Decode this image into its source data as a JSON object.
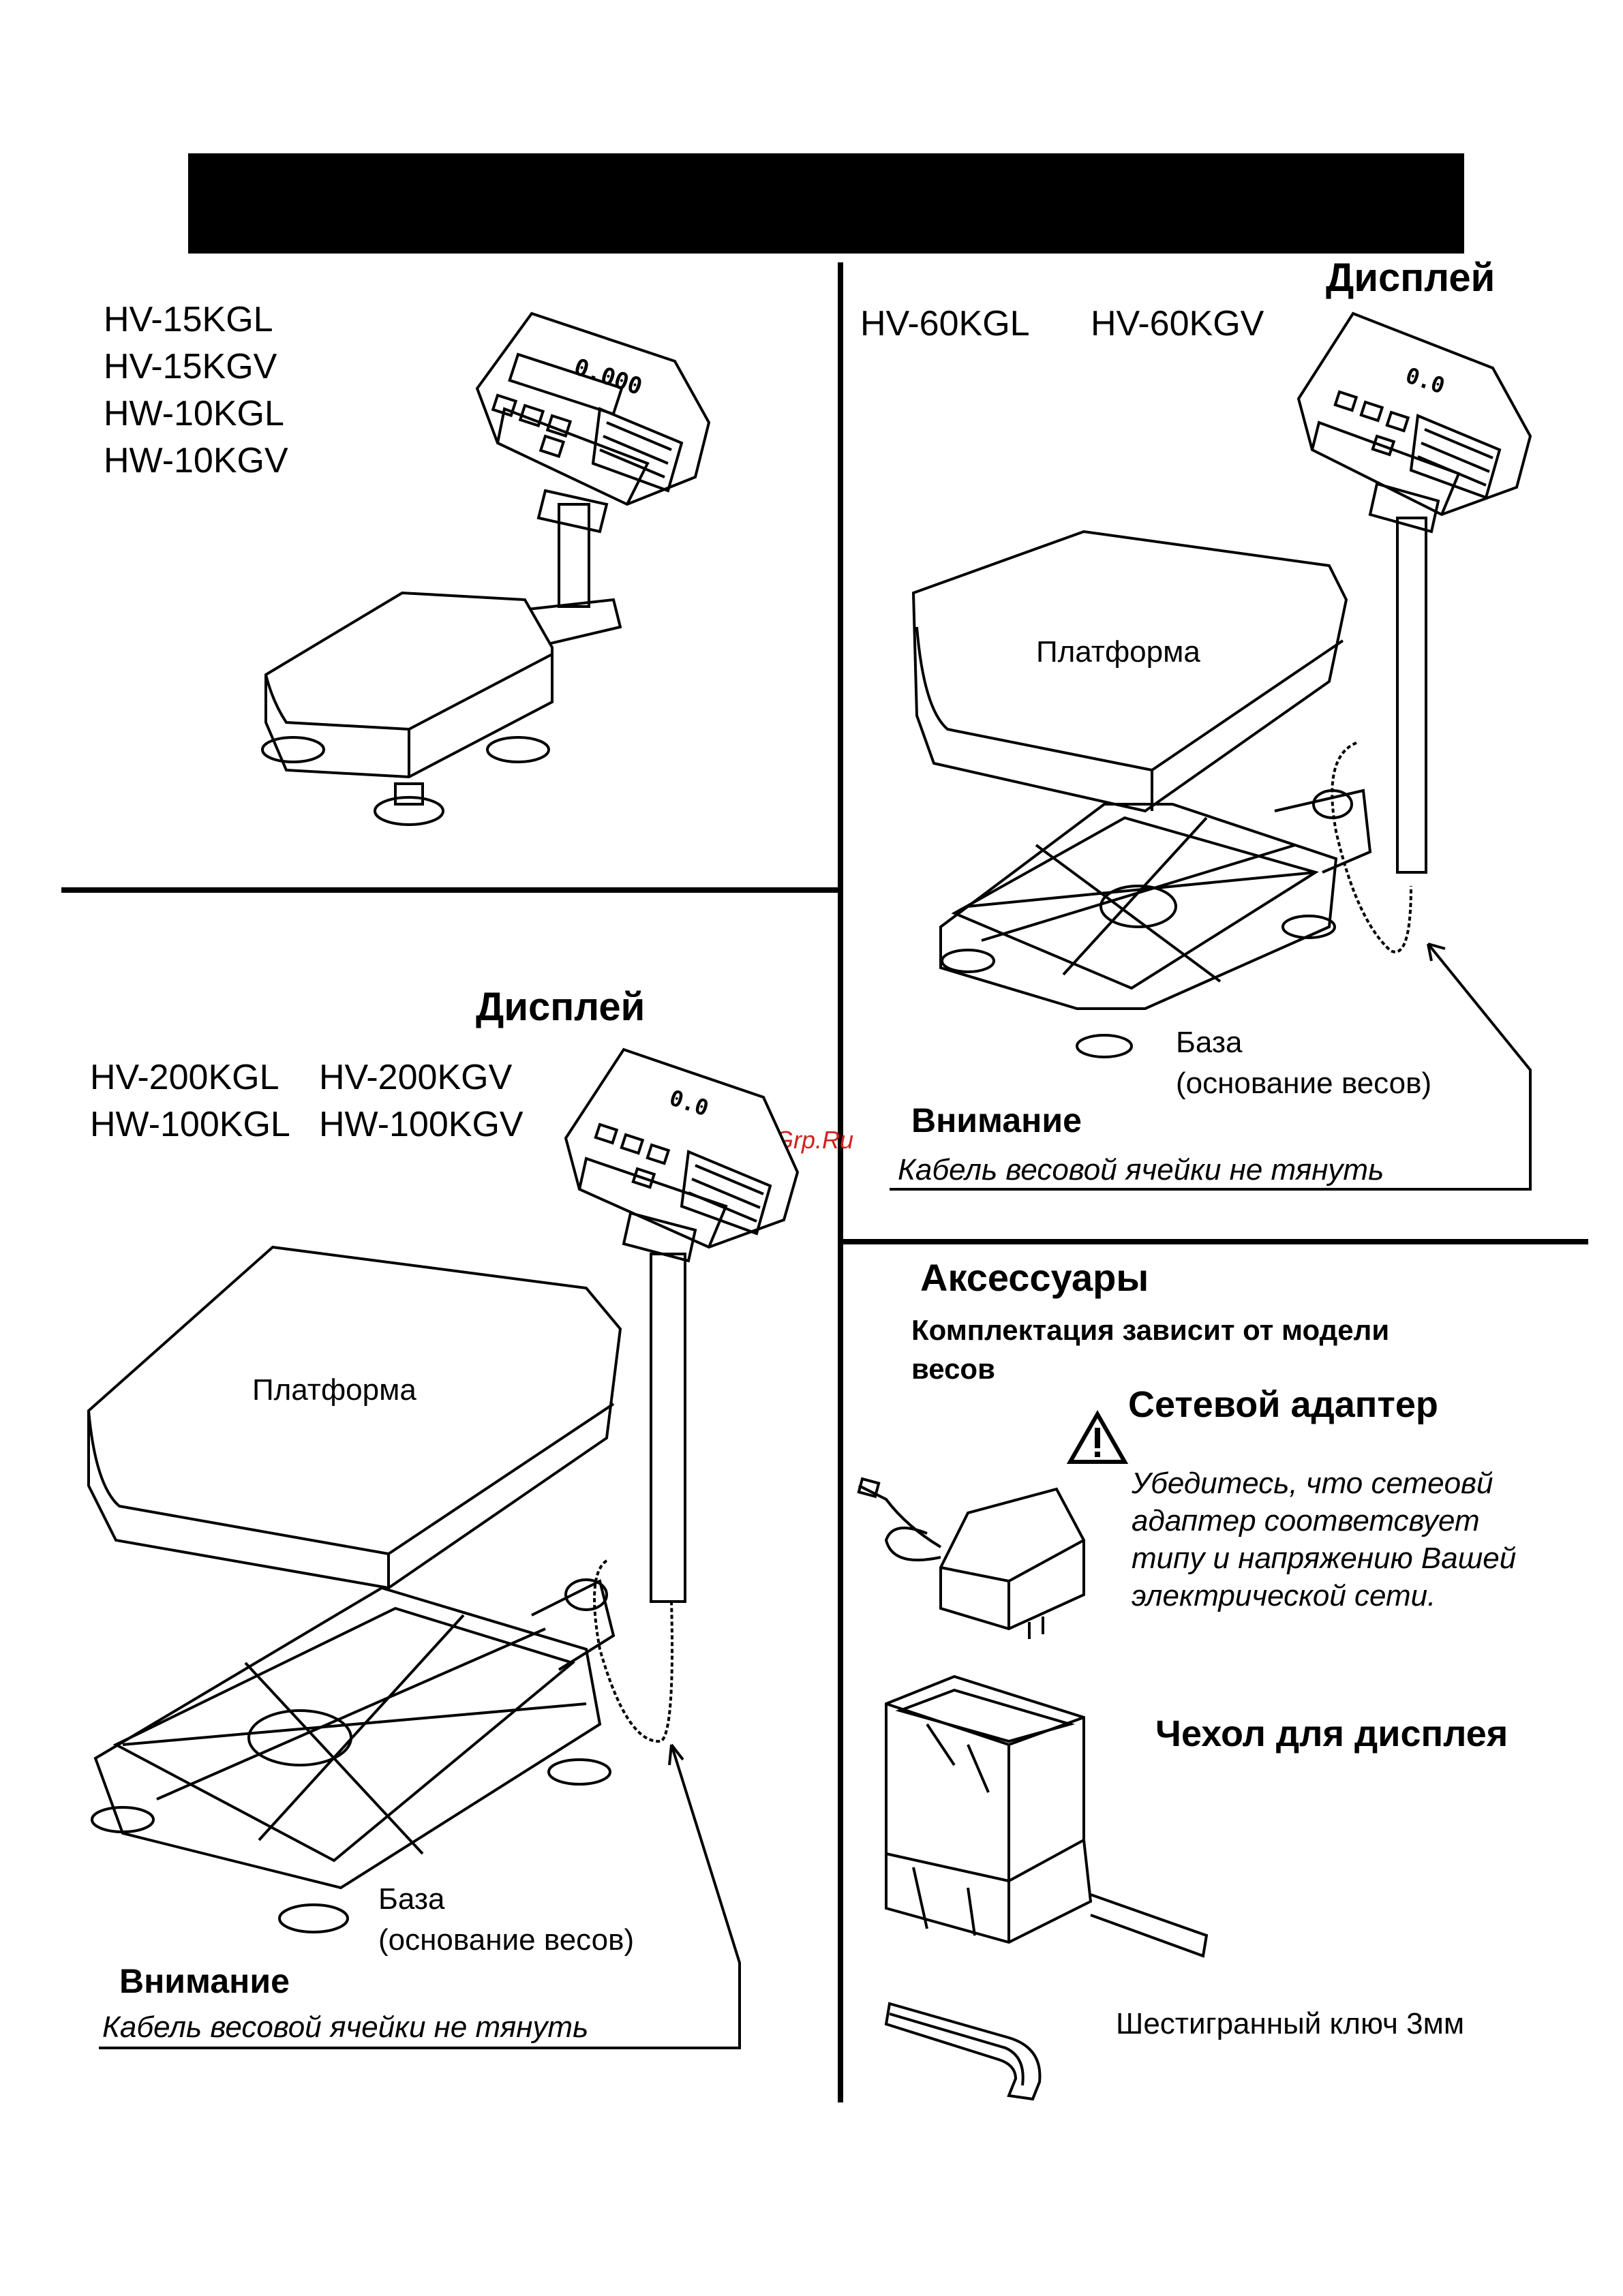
{
  "watermark": "McGrp.Ru",
  "top_left": {
    "models": [
      "HV-15KGL",
      "HV-15KGV",
      "HW-10KGL",
      "HW-10KGV"
    ]
  },
  "top_right": {
    "models": [
      "HV-60KGL",
      "HV-60KGV"
    ],
    "display_label": "Дисплей",
    "platform_label": "Платформа",
    "base_label_1": "База",
    "base_label_2": "(основание весов)",
    "warning_title": "Внимание",
    "warning_text": "Кабель весовой ячейки не тянуть"
  },
  "bottom_left": {
    "models_row1": [
      "HV-200KGL",
      "HV-200KGV"
    ],
    "models_row2": [
      "HW-100KGL",
      "HW-100KGV"
    ],
    "display_label": "Дисплей",
    "platform_label": "Платформа",
    "base_label_1": "База",
    "base_label_2": "(основание весов)",
    "warning_title": "Внимание",
    "warning_text": "Кабель весовой ячейки не тянуть"
  },
  "accessories": {
    "title": "Аксессуары",
    "note_line1": "Комплектация зависит от модели",
    "note_line2": "весов",
    "adapter_title": "Сетевой адаптер",
    "adapter_note": [
      "Убедитесь, что сетеовй",
      "адаптер соответсвует",
      "типу и напряжению Вашей",
      "электрической сети."
    ],
    "cover_title": "Чехол для дисплея",
    "key_label": "Шестигранный ключ 3мм"
  }
}
